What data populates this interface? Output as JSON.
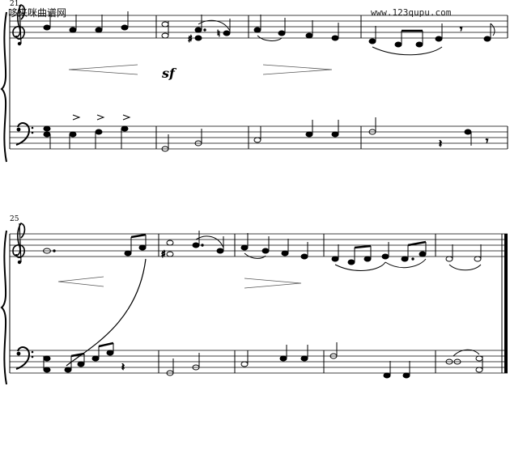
{
  "measure_numbers": {
    "system1": "21",
    "system2": "25"
  },
  "watermarks": {
    "left": "哆来咪曲谱网",
    "right": "www.123qupu.com"
  },
  "dynamics": {
    "sf": "sf"
  },
  "icons": [
    "treble-clef-icon",
    "bass-clef-icon",
    "accent-icon",
    "crescendo-icon",
    "decrescendo-icon",
    "rest-icon"
  ]
}
